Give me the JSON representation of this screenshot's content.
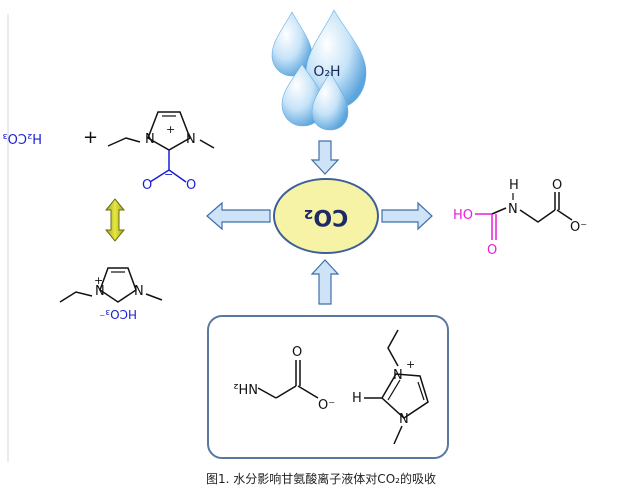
{
  "diagram": {
    "water_label": "O₂H",
    "co2_label": "CO₂",
    "top_left": {
      "product_label": "H₂CO₃",
      "plus": "+"
    },
    "bicarbonate_label": "HCO₃⁻",
    "glycine_carbamate": {
      "h_label": "H",
      "ho_label": "HO",
      "o_minus": "O⁻"
    },
    "ionic_liquid": {
      "nh2_label": "NH₂",
      "o_minus": "O⁻",
      "h_label": "H"
    },
    "colors": {
      "arrow_fill": "#cfe3f7",
      "arrow_stroke": "#3f6fa8",
      "co2_ellipse": "#f7f3a6",
      "co2_ellipse_stroke": "#3d5f99",
      "magenta": "#e81ed8",
      "blue": "#1a1fd6",
      "box_stroke": "#5a77a0",
      "double_arrow": "#d0d000"
    }
  },
  "caption": "图1. 水分影响甘氨酸离子液体对CO₂的吸收"
}
